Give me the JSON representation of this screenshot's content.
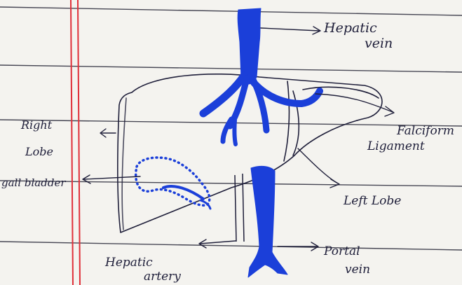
{
  "diagram": {
    "labels": {
      "hepatic_vein": [
        "Hepatic",
        "vein"
      ],
      "falciform_ligament": [
        "Falciform",
        "Ligament"
      ],
      "right_lobe": [
        "Right",
        "Lobe"
      ],
      "gall_bladder": "gall bladder",
      "left_lobe": "Left Lobe",
      "hepatic_artery": [
        "Hepatic",
        "artery"
      ],
      "portal_vein": [
        "Portal",
        "vein"
      ]
    },
    "colors": {
      "paper": "#f4f3ef",
      "rule_line": "#2a2a3a",
      "margin_line": "#e0303a",
      "vessel": "#1b3fd9",
      "ink": "#1f1f3a"
    }
  }
}
